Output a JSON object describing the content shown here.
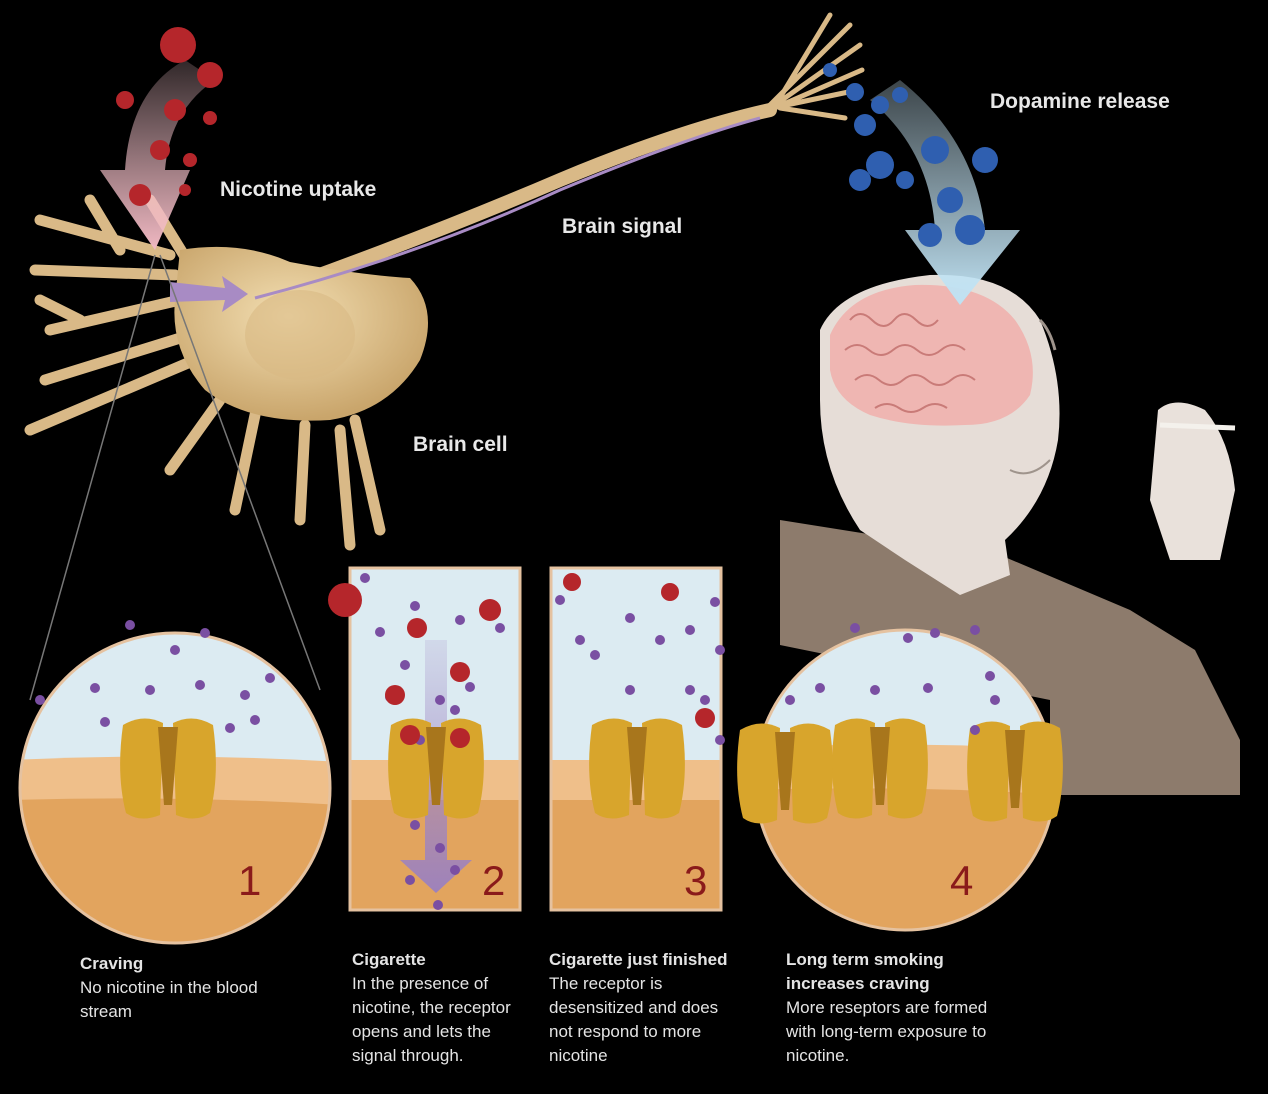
{
  "labels": {
    "nicotine_uptake": "Nicotine uptake",
    "brain_signal": "Brain signal",
    "brain_cell": "Brain cell",
    "dopamine_release": "Dopamine release"
  },
  "panels": [
    {
      "number": "1",
      "title": "Craving",
      "body": "No nicotine in the blood stream"
    },
    {
      "number": "2",
      "title": "Cigarette",
      "body": "In the presence of nicotine, the receptor opens and lets the signal through."
    },
    {
      "number": "3",
      "title": "Cigarette just finished",
      "body": "The receptor is desensitized and does not respond to more nicotine"
    },
    {
      "number": "4",
      "title": "Long term smoking increases craving",
      "body": "More reseptors are formed with long-term exposure to nicotine."
    }
  ],
  "colors": {
    "background": "#000000",
    "nicotine": "#b5262b",
    "dopamine": "#2f5fb0",
    "neuron": "#e2c48e",
    "receptor": "#d8a52c",
    "membrane": "#e6a55c",
    "fluid": "#dcebf2",
    "panel_number": "#8a1a1a"
  }
}
